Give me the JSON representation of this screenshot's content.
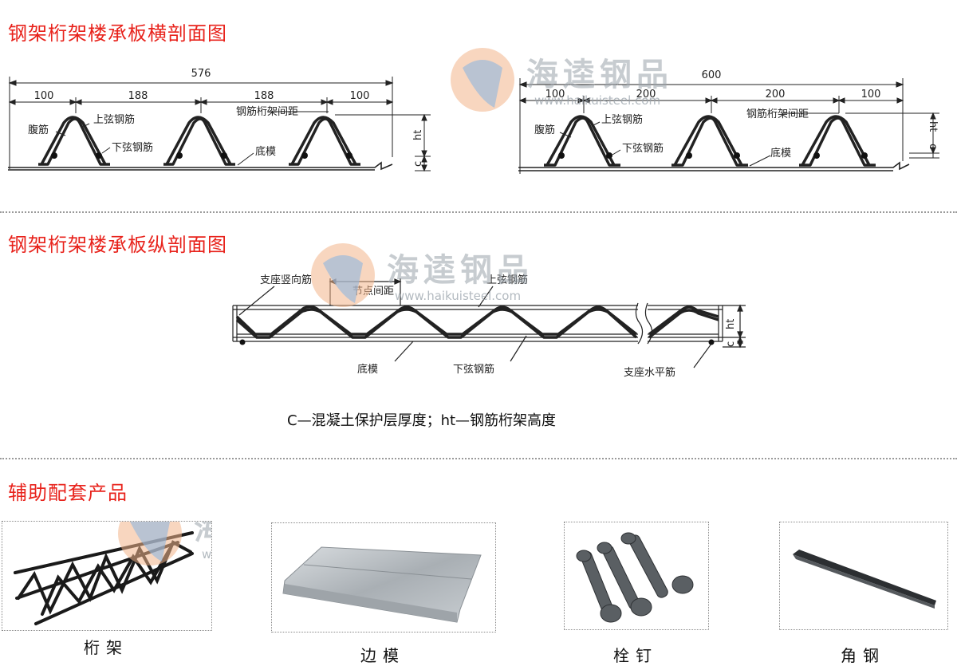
{
  "sections": {
    "cross_section_title": "钢架桁架楼承板横剖面图",
    "longitudinal_title": "钢架桁架楼承板纵剖面图",
    "accessories_title": "辅助配套产品"
  },
  "watermark": {
    "text": "海逵钢品",
    "url": "www.haikuisteel.com"
  },
  "cross_left": {
    "total": "576",
    "dims": [
      "100",
      "188",
      "188",
      "100"
    ],
    "labels": {
      "web": "腹筋",
      "top_chord": "上弦钢筋",
      "bottom_chord": "下弦钢筋",
      "spacing": "钢筋桁架间距",
      "base": "底模",
      "ht": "ht",
      "c": "c"
    }
  },
  "cross_right": {
    "total": "600",
    "dims": [
      "100",
      "200",
      "200",
      "100"
    ],
    "labels": {
      "web": "腹筋",
      "top_chord": "上弦钢筋",
      "bottom_chord": "下弦钢筋",
      "spacing": "钢筋桁架间距",
      "base": "底模",
      "ht": "ht",
      "c": "c"
    }
  },
  "longitudinal": {
    "labels": {
      "support_vertical": "支座竖向筋",
      "node_spacing": "节点间距",
      "top_chord": "上弦钢筋",
      "base": "底模",
      "bottom_chord": "下弦钢筋",
      "support_horizontal": "支座水平筋",
      "ht": "ht",
      "c": "c"
    }
  },
  "legend": "C—混凝土保护层厚度；ht—钢筋桁架高度",
  "products": [
    {
      "id": "truss",
      "label": "桁架",
      "icon": "truss-icon"
    },
    {
      "id": "edge-form",
      "label": "边模",
      "icon": "edge-form-icon"
    },
    {
      "id": "studs",
      "label": "栓钉",
      "icon": "stud-icon"
    },
    {
      "id": "angle",
      "label": "角钢",
      "icon": "angle-steel-icon"
    }
  ],
  "colors": {
    "heading": "#e8231c",
    "line": "#222222",
    "watermark": "#9aa3ab"
  }
}
